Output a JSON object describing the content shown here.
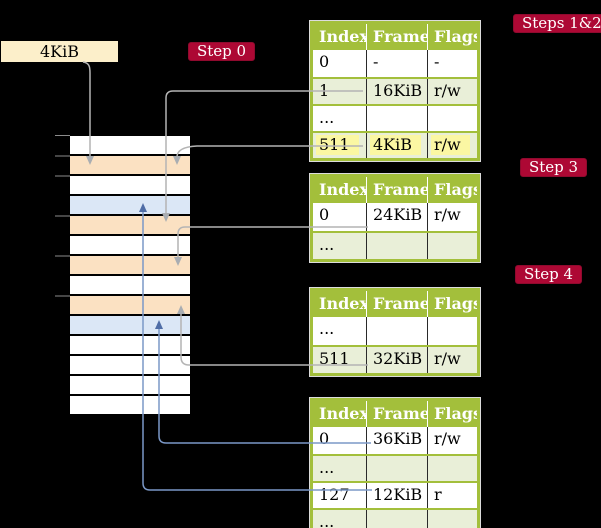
{
  "frame_box": {
    "label": "4KiB"
  },
  "step_badges": {
    "step0": "Step 0",
    "steps12": "Steps 1&2",
    "step3": "Step 3",
    "step4": "Step 4"
  },
  "page_tables": {
    "headers": {
      "index": "Index",
      "frame": "Frame",
      "flags": "Flags"
    },
    "t1": {
      "rows": [
        {
          "index": "0",
          "frame": "-",
          "flags": "-"
        },
        {
          "index": "1",
          "frame": "16KiB",
          "flags": "r/w"
        },
        {
          "index": "...",
          "frame": "",
          "flags": ""
        },
        {
          "index": "511",
          "frame": "4KiB",
          "flags": "r/w",
          "highlighted": true
        }
      ]
    },
    "t2": {
      "rows": [
        {
          "index": "0",
          "frame": "24KiB",
          "flags": "r/w"
        },
        {
          "index": "...",
          "frame": "",
          "flags": ""
        }
      ]
    },
    "t3": {
      "rows": [
        {
          "index": "...",
          "frame": "",
          "flags": ""
        },
        {
          "index": "511",
          "frame": "32KiB",
          "flags": "r/w"
        }
      ]
    },
    "t4": {
      "rows": [
        {
          "index": "0",
          "frame": "36KiB",
          "flags": "r/w"
        },
        {
          "index": "...",
          "frame": "",
          "flags": ""
        },
        {
          "index": "127",
          "frame": "12KiB",
          "flags": "r"
        },
        {
          "index": "...",
          "frame": "",
          "flags": ""
        }
      ]
    }
  },
  "memory_column": {
    "frame_rows": [
      "free",
      "page_table",
      "free",
      "data",
      "page_table",
      "free",
      "page_table",
      "free",
      "page_table",
      "data",
      "free",
      "free",
      "free",
      "free"
    ]
  },
  "colors": {
    "background": "#000000",
    "badge_red": "#ad0834",
    "table_green": "#a3bf3b",
    "row_green": "#e9efd8",
    "page_table_frame": "#fbe1c2",
    "data_frame": "#dbe7f6",
    "highlight_yellow": "#fbf7a3",
    "frame_box_cream": "#fcefca",
    "gray_arrow": "#b4b4b4",
    "blue_arrow": "#7b98c7"
  }
}
